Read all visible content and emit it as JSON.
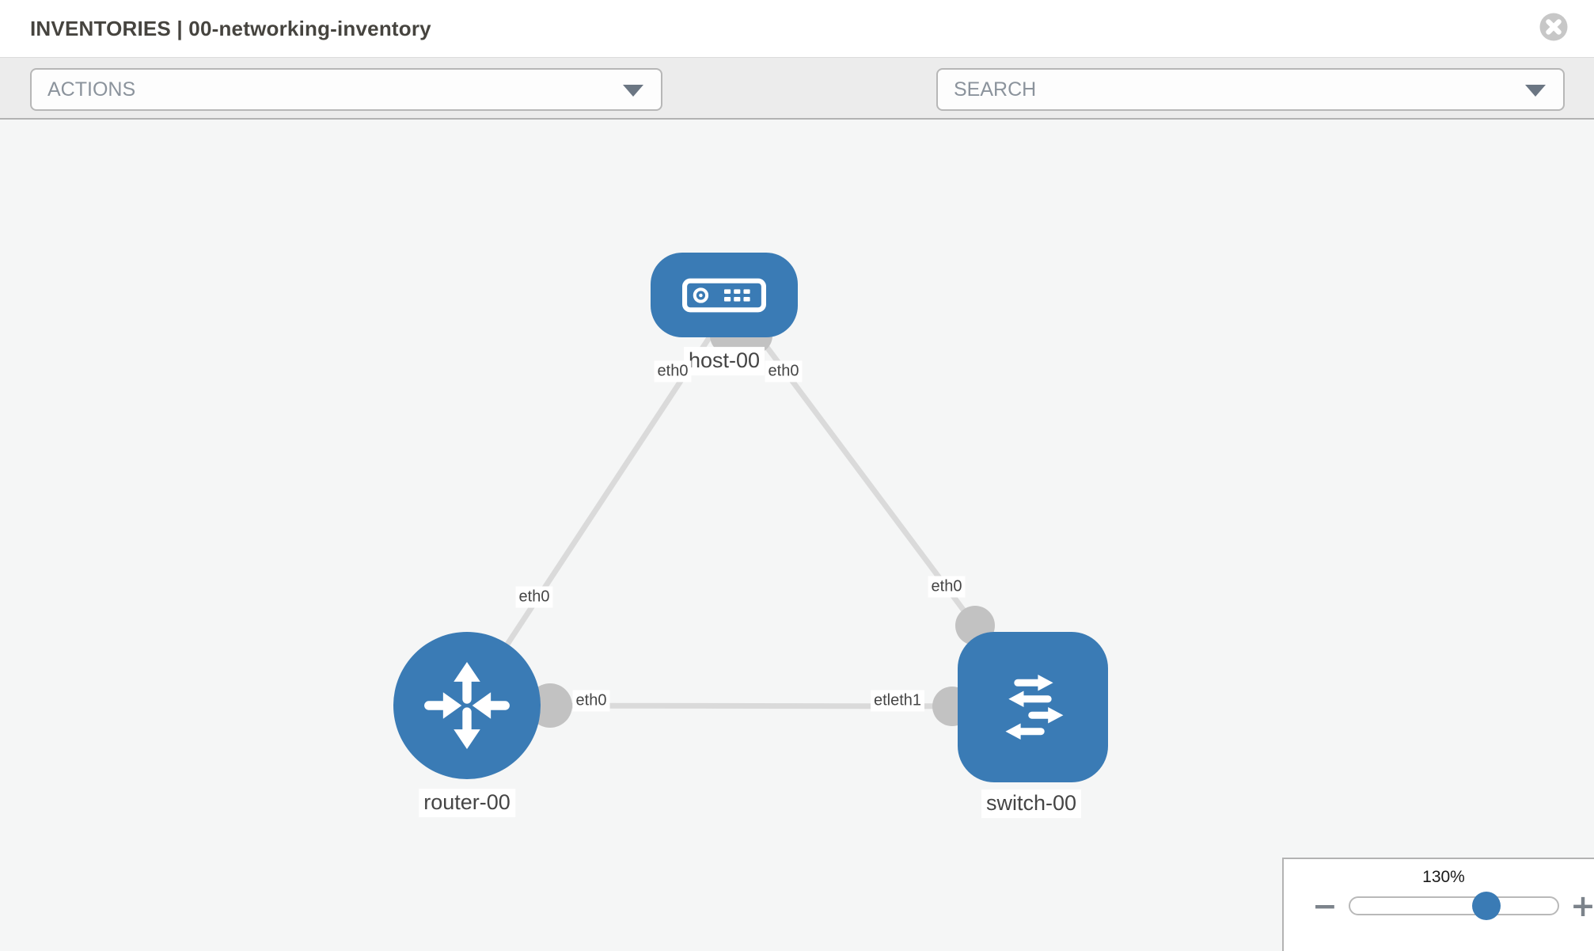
{
  "header": {
    "title": "INVENTORIES | 00-networking-inventory"
  },
  "toolbar": {
    "actions_placeholder": "ACTIONS",
    "search_placeholder": "SEARCH",
    "icons": [
      "wrench-icon",
      "key-icon"
    ]
  },
  "diagram": {
    "nodes": [
      {
        "id": "host-00",
        "type": "host",
        "label": "host-00"
      },
      {
        "id": "router-00",
        "type": "router",
        "label": "router-00"
      },
      {
        "id": "switch-00",
        "type": "switch",
        "label": "switch-00"
      }
    ],
    "links": [
      {
        "from": "host-00",
        "to": "router-00"
      },
      {
        "from": "host-00",
        "to": "switch-00"
      },
      {
        "from": "router-00",
        "to": "switch-00"
      }
    ],
    "port_labels": {
      "host_side_left": "eth0",
      "host_side_right": "eth0",
      "router_link_mid": "eth0",
      "switch_link_mid": "eth0",
      "router_right": "eth0",
      "switch_left": "etleth1"
    }
  },
  "zoom_control": {
    "level": "130%",
    "minus": "−",
    "plus": "+"
  },
  "colors": {
    "node_blue": "#3a7bb5",
    "link_gray": "#dadada",
    "connector_gray": "#c2c2c2",
    "toolbar_bg": "#ececec",
    "canvas_bg": "#f5f6f6",
    "label_text": "#454545",
    "title_text": "#46443f"
  }
}
